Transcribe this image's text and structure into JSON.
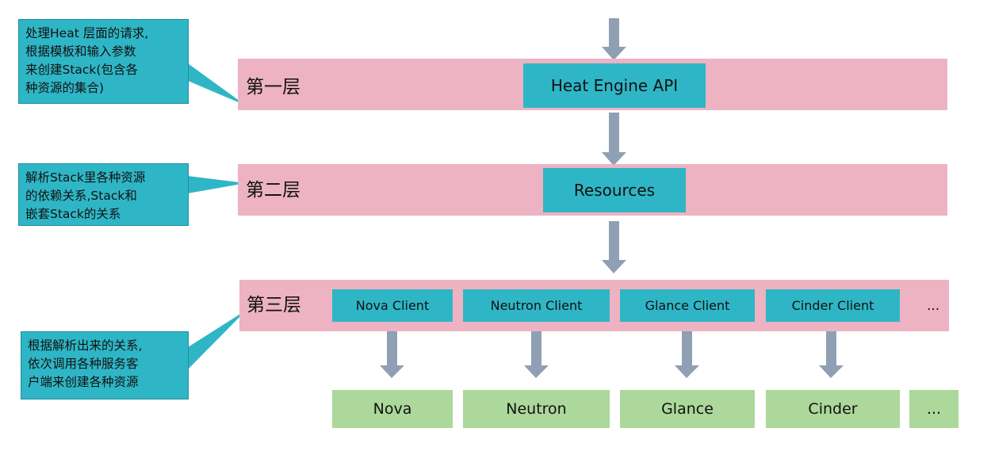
{
  "layers": {
    "layer1": {
      "label": "第一层",
      "box": "Heat Engine API"
    },
    "layer2": {
      "label": "第二层",
      "box": "Resources"
    },
    "layer3": {
      "label": "第三层",
      "clients": [
        "Nova Client",
        "Neutron Client",
        "Glance Client",
        "Cinder Client"
      ],
      "more": "..."
    }
  },
  "services": {
    "items": [
      "Nova",
      "Neutron",
      "Glance",
      "Cinder"
    ],
    "more": "..."
  },
  "callouts": [
    {
      "lines": [
        "处理Heat 层面的请求,",
        "根据模板和输入参数",
        "来创建Stack(包含各",
        "种资源的集合)"
      ]
    },
    {
      "lines": [
        "解析Stack里各种资源",
        "的依赖关系,Stack和",
        "嵌套Stack的关系"
      ]
    },
    {
      "lines": [
        "根据解析出来的关系,",
        "依次调用各种服务客",
        "户端来创建各种资源"
      ]
    }
  ],
  "colors": {
    "band": "#edb3c2",
    "teal": "#2fb6c6",
    "green": "#acd89b",
    "arrow": "#8fa0b4"
  }
}
